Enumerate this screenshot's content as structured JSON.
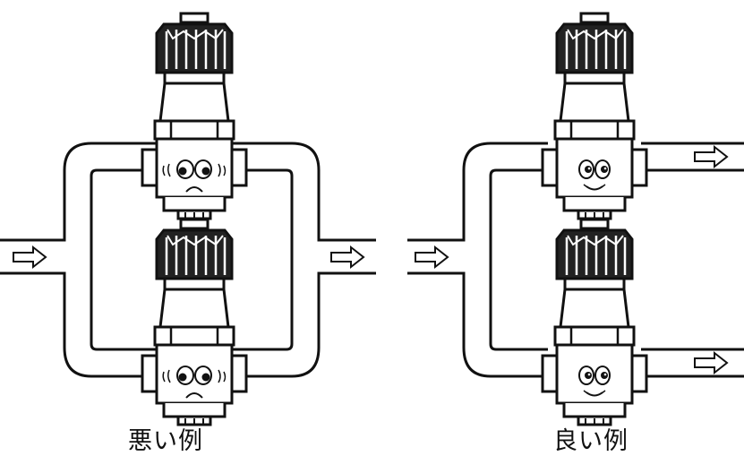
{
  "captions": {
    "bad": "悪い例",
    "good": "良い例"
  },
  "colors": {
    "line": "#111111",
    "fill": "#ffffff",
    "knob": "#222222"
  },
  "diagrams": [
    {
      "id": "bad-example",
      "layout": "parallel-pipe-loop",
      "faces": [
        "worried",
        "worried"
      ]
    },
    {
      "id": "good-example",
      "layout": "split-pipe-branches",
      "faces": [
        "smiling",
        "smiling"
      ]
    }
  ],
  "icons": [
    "flow-arrow-icon",
    "pressure-regulator-icon",
    "face-icon"
  ]
}
